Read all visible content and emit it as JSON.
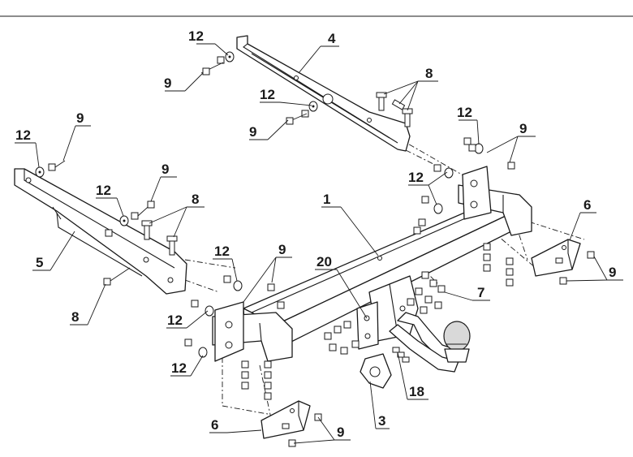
{
  "diagram": {
    "callouts": [
      {
        "id": "c-12-a",
        "text": "12"
      },
      {
        "id": "c-4",
        "text": "4"
      },
      {
        "id": "c-9-a",
        "text": "9"
      },
      {
        "id": "c-8-a",
        "text": "8"
      },
      {
        "id": "c-12-b",
        "text": "12"
      },
      {
        "id": "c-9-b",
        "text": "9"
      },
      {
        "id": "c-12-c",
        "text": "12"
      },
      {
        "id": "c-9-c",
        "text": "9"
      },
      {
        "id": "c-12-d",
        "text": "12"
      },
      {
        "id": "c-9-d",
        "text": "9"
      },
      {
        "id": "c-12-e",
        "text": "12"
      },
      {
        "id": "c-9-e",
        "text": "9"
      },
      {
        "id": "c-12-f",
        "text": "12"
      },
      {
        "id": "c-1",
        "text": "1"
      },
      {
        "id": "c-8-b",
        "text": "8"
      },
      {
        "id": "c-6-a",
        "text": "6"
      },
      {
        "id": "c-5",
        "text": "5"
      },
      {
        "id": "c-12-g",
        "text": "12"
      },
      {
        "id": "c-9-f",
        "text": "9"
      },
      {
        "id": "c-9-g",
        "text": "9"
      },
      {
        "id": "c-20",
        "text": "20"
      },
      {
        "id": "c-8-c",
        "text": "8"
      },
      {
        "id": "c-7",
        "text": "7"
      },
      {
        "id": "c-12-h",
        "text": "12"
      },
      {
        "id": "c-12-i",
        "text": "12"
      },
      {
        "id": "c-18",
        "text": "18"
      },
      {
        "id": "c-3",
        "text": "3"
      },
      {
        "id": "c-6-b",
        "text": "6"
      },
      {
        "id": "c-9-h",
        "text": "9"
      }
    ]
  }
}
